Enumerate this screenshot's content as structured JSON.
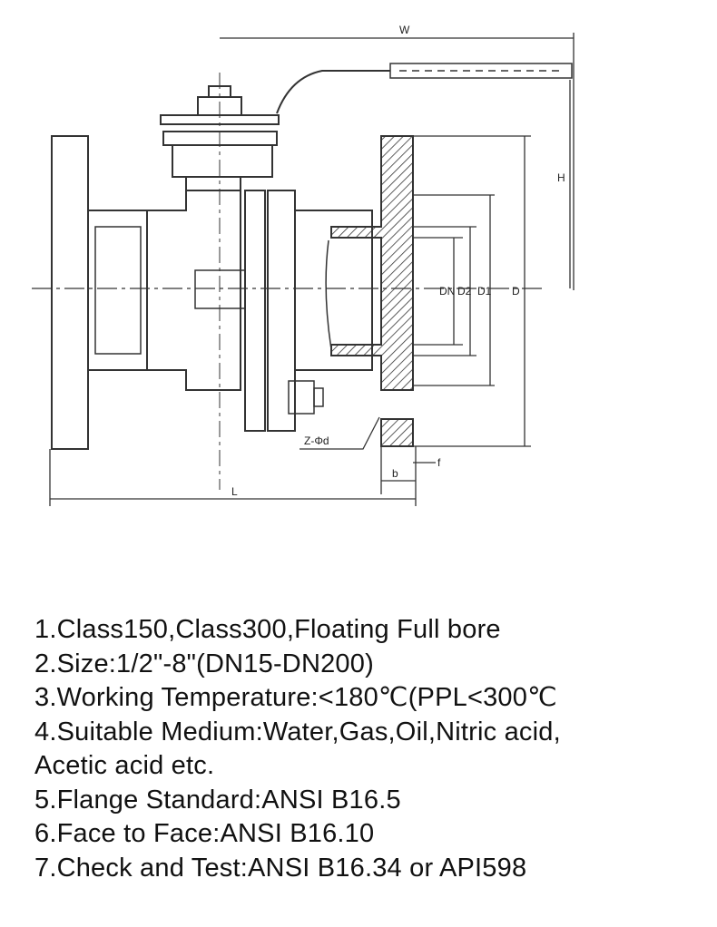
{
  "drawing": {
    "labels": {
      "w": "W",
      "h": "H",
      "dn": "DN",
      "d2": "D2",
      "d1": "D1",
      "d": "D",
      "z": "Z-Φd",
      "b": "b",
      "f": "f",
      "l": "L"
    }
  },
  "specs": [
    "1.Class150,Class300,Floating Full bore",
    "2.Size:1/2\"-8\"(DN15-DN200)",
    "3.Working Temperature:<180℃(PPL<300℃",
    "4.Suitable Medium:Water,Gas,Oil,Nitric acid,",
    "Acetic acid etc.",
    "5.Flange Standard:ANSI B16.5",
    "6.Face to Face:ANSI B16.10",
    "7.Check and Test:ANSI B16.34 or API598"
  ]
}
